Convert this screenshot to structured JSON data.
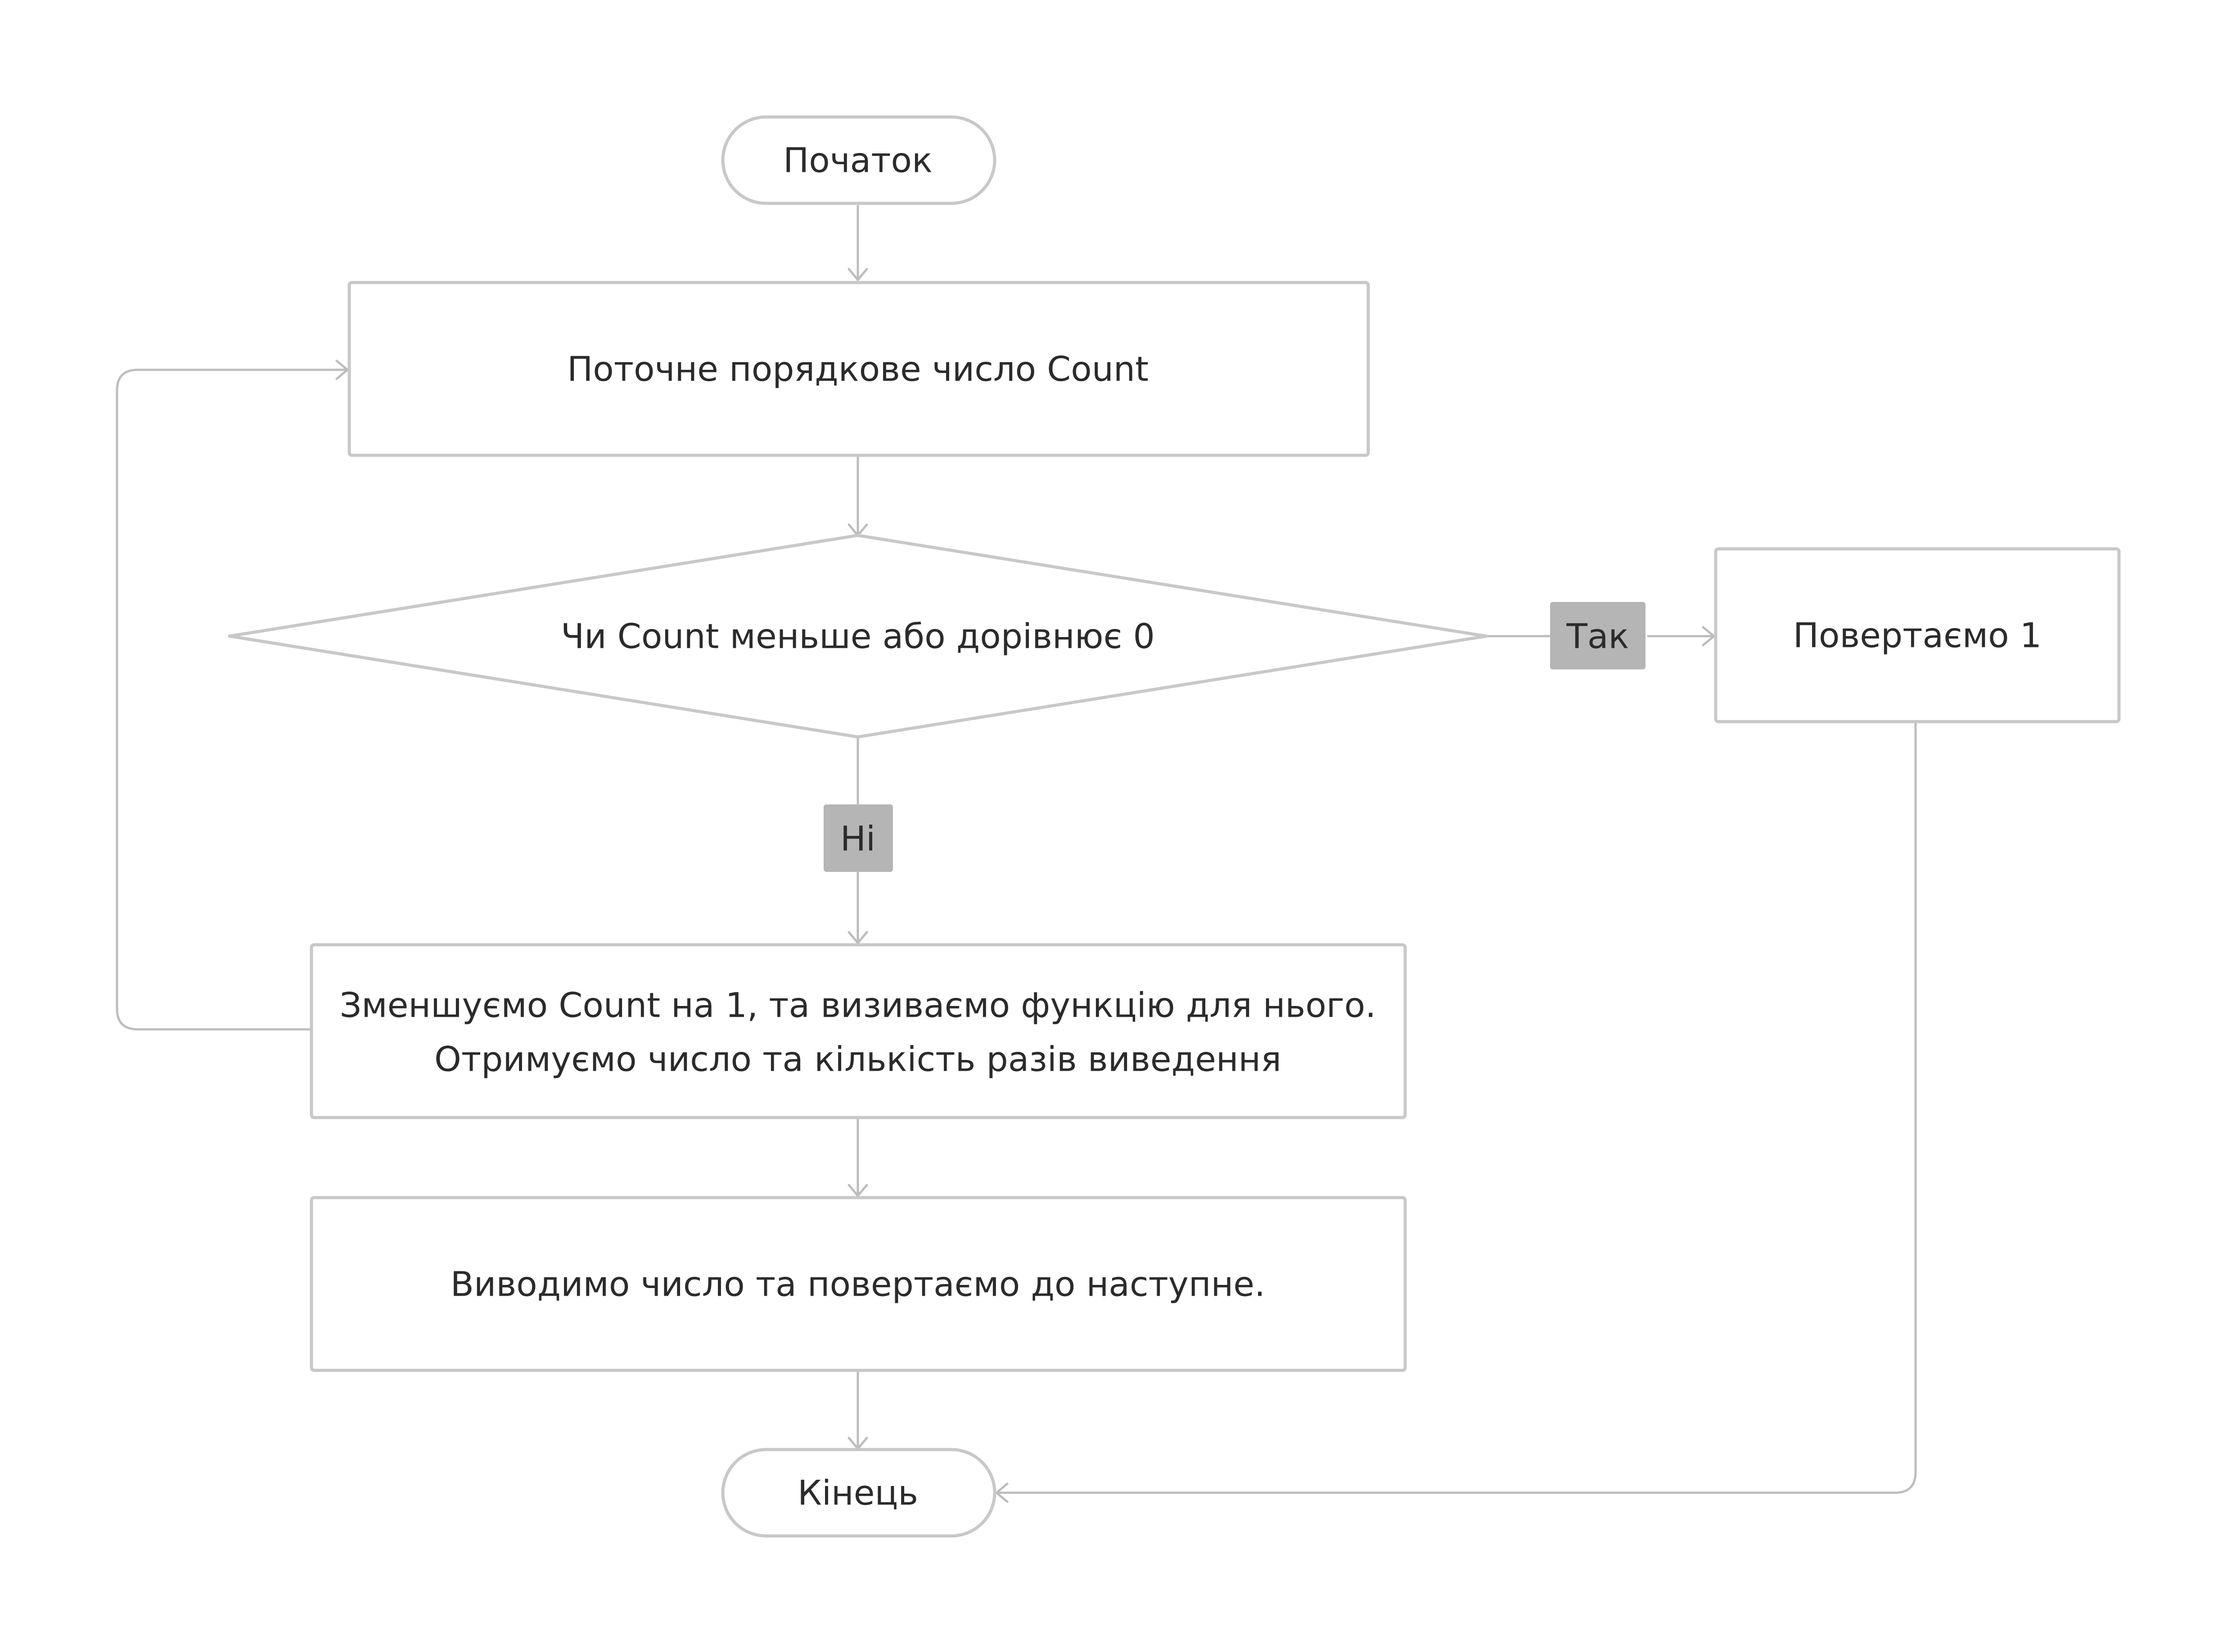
{
  "nodes": {
    "start": "Початок",
    "current": "Поточне порядкове число Count",
    "decision": "Чи Count меньше або дорівнює 0",
    "return_one": "Повертаємо 1",
    "decrement_line1": "Зменшуємо Count на 1, та визиваємо функцію для нього.",
    "decrement_line2": "Отримуємо число та кількість разів виведення",
    "output": "Виводимо число та повертаємо до наступне.",
    "end": "Кінець"
  },
  "edges": {
    "yes_label": "Так",
    "no_label": "Ні"
  },
  "colors": {
    "node_border": "#c8c8c8",
    "edge_line": "#bdbdbd",
    "edge_label_bg": "#b5b5b5",
    "text": "#2b2b2b",
    "background": "#ffffff"
  }
}
